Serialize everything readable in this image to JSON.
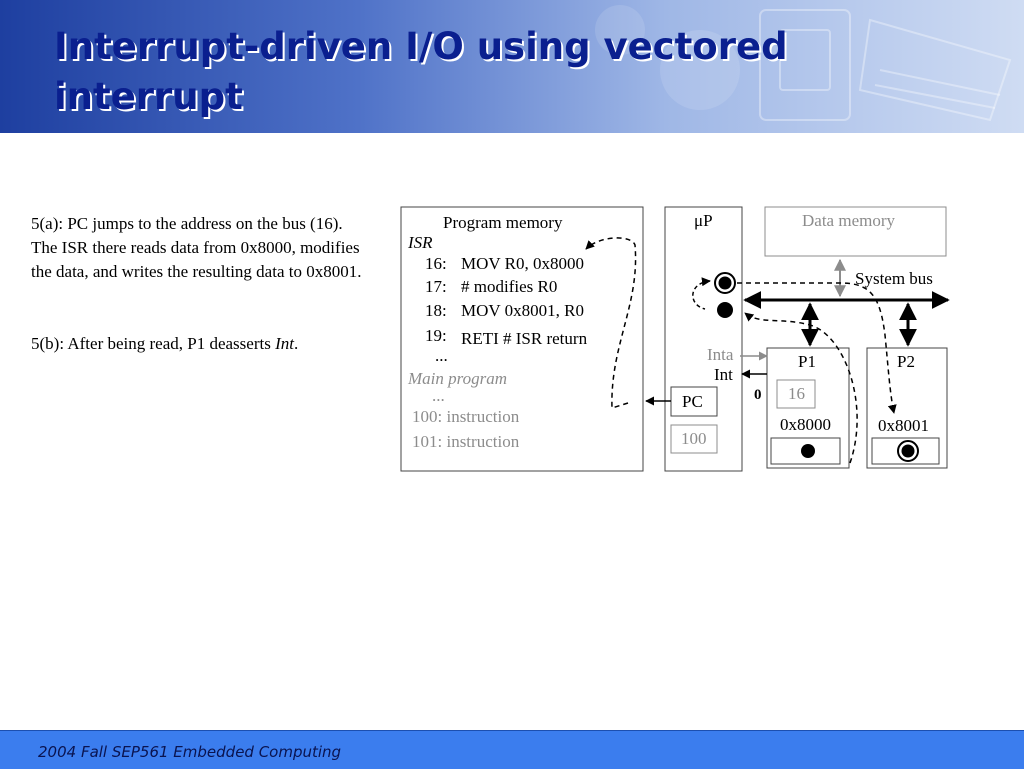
{
  "slide": {
    "title_line1": "Interrupt-driven I/O using vectored",
    "title_line2": "interrupt",
    "footer": "2004  Fall SEP561 Embedded Computing"
  },
  "notes": {
    "p1": "5(a): PC jumps to the address on the bus (16).  The ISR there reads data from 0x8000, modifies the data, and writes the resulting data to 0x8001.",
    "p2_prefix": "5(b): After being read, P1 deasserts ",
    "p2_italic": "Int",
    "p2_suffix": "."
  },
  "diagram": {
    "program_memory": {
      "title": "Program memory",
      "isr_label": "ISR",
      "lines": [
        {
          "num": "16:",
          "text": "MOV R0, 0x8000"
        },
        {
          "num": "17:",
          "text": "# modifies R0"
        },
        {
          "num": "18:",
          "text": "MOV 0x8001, R0"
        },
        {
          "num": "19:",
          "text": "RETI  # ISR return"
        }
      ],
      "ellipsis1": "...",
      "main_label": "Main program",
      "ellipsis2": "...",
      "main_lines": [
        "100:  instruction",
        "101:  instruction"
      ]
    },
    "cpu": {
      "label": "μP",
      "pc_label": "PC",
      "pc_value": "100",
      "inta_label": "Inta",
      "int_label": "Int",
      "int_value": "0"
    },
    "data_memory": {
      "label": "Data memory"
    },
    "bus": {
      "label": "System bus"
    },
    "p1": {
      "label": "P1",
      "reg_value": "16",
      "address": "0x8000"
    },
    "p2": {
      "label": "P2",
      "address": "0x8001"
    }
  }
}
